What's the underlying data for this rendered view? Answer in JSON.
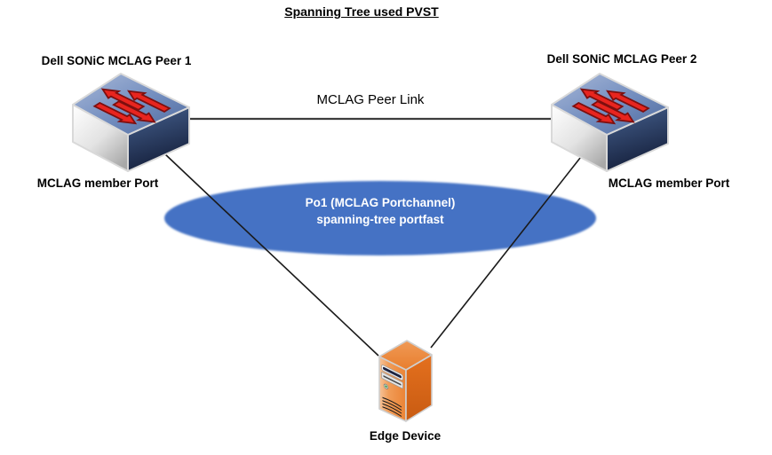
{
  "title": "Spanning Tree used PVST",
  "nodes": {
    "peer1": {
      "label": "Dell SONiC MCLAG Peer 1",
      "member_port_label": "MCLAG member Port",
      "icon": "network-switch-icon"
    },
    "peer2": {
      "label": "Dell SONiC MCLAG Peer 2",
      "member_port_label": "MCLAG member Port",
      "icon": "network-switch-icon"
    },
    "edge_device": {
      "label": "Edge Device",
      "icon": "server-tower-icon"
    }
  },
  "links": {
    "peer_link_label": "MCLAG Peer Link"
  },
  "portchannel": {
    "line1": "Po1 (MCLAG Portchannel)",
    "line2": "spanning-tree portfast"
  },
  "colors": {
    "ellipse": "#4472C4",
    "ellipse_text": "#FFFFFF",
    "switch_top_blue": "#6D88BC",
    "switch_side_blue": "#2B3E66",
    "arrow_red": "#E8251F",
    "server_orange": "#ED7D31",
    "connector_line": "#1A1A1A",
    "text": "#000000",
    "background": "#FFFFFF"
  }
}
